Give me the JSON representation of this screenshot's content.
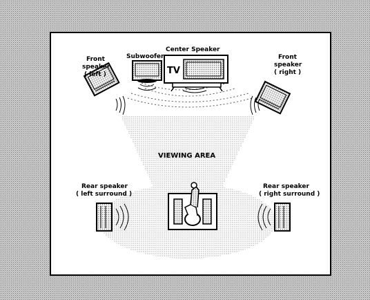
{
  "labels": {
    "center_speaker": "Center Speaker",
    "subwoofer": "Subwoofer",
    "front_left_line1": "Front",
    "front_left_line2": "speaker",
    "front_left_line3": "( left )",
    "front_right_line1": "Front",
    "front_right_line2": "speaker",
    "front_right_line3": "( right )",
    "tv": "TV",
    "viewing_area": "VIEWING AREA",
    "rear_left_line1": "Rear speaker",
    "rear_left_line2": "( left surround )",
    "rear_right_line1": "Rear speaker",
    "rear_right_line2": "( right surround )"
  }
}
